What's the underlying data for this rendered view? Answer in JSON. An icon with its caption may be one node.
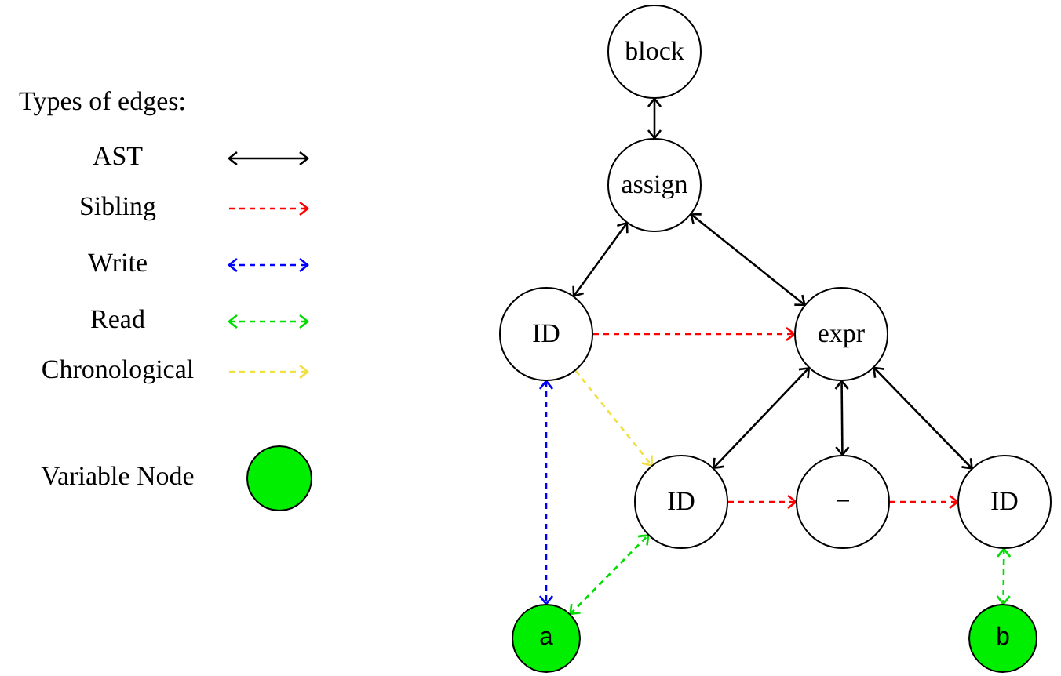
{
  "diagram": {
    "nodes": [
      {
        "text": [
          "block"
        ]
      },
      {
        "text": [
          "assign"
        ]
      },
      {
        "text": [
          "ID"
        ]
      },
      {
        "text": [
          "expr"
        ]
      },
      {
        "text": [
          "ID"
        ]
      },
      {
        "text": [
          "−"
        ]
      },
      {
        "text": [
          "ID"
        ]
      },
      {
        "text": [
          "a"
        ]
      },
      {
        "text": [
          "b"
        ]
      }
    ],
    "edges": [
      {
        "from": 0,
        "to": 1,
        "arrow": "both"
      },
      {
        "from": 1,
        "to": 2,
        "arrow": "both"
      },
      {
        "from": 1,
        "to": 3,
        "arrow": "both"
      },
      {
        "from": 2,
        "to": 3,
        "arrow": "to",
        "style": "dashed",
        "color": "#ff0000"
      },
      {
        "from": 2,
        "to": 4,
        "arrow": "to",
        "style": "dashed",
        "color": "#f0e040"
      },
      {
        "from": 2,
        "to": 7,
        "arrow": "both",
        "style": "dashed",
        "color": "#0000ff"
      },
      {
        "from": 7,
        "to": 4,
        "arrow": "both",
        "style": "dashed",
        "color": "#00dd00"
      },
      {
        "from": 3,
        "to": 4,
        "arrow": "both"
      },
      {
        "from": 3,
        "to": 5,
        "arrow": "both"
      },
      {
        "from": 3,
        "to": 6,
        "arrow": "both"
      },
      {
        "from": 4,
        "to": 5,
        "arrow": "to",
        "style": "dashed",
        "color": "#ff0000"
      },
      {
        "from": 5,
        "to": 6,
        "arrow": "to",
        "style": "dashed",
        "color": "#ff0000"
      },
      {
        "from": 6,
        "to": 8,
        "arrow": "both",
        "style": "dashed",
        "color": "#00dd00"
      }
    ],
    "labels": [
      "Types of edges:"
    ],
    "legend": [
      {
        "text": "AST"
      },
      {
        "text": "Sibling"
      },
      {
        "text": "Write"
      },
      {
        "text": "Read"
      },
      {
        "text": "Chronological"
      },
      {
        "text": "Variable Node",
        "color": "#00ee00"
      }
    ]
  }
}
